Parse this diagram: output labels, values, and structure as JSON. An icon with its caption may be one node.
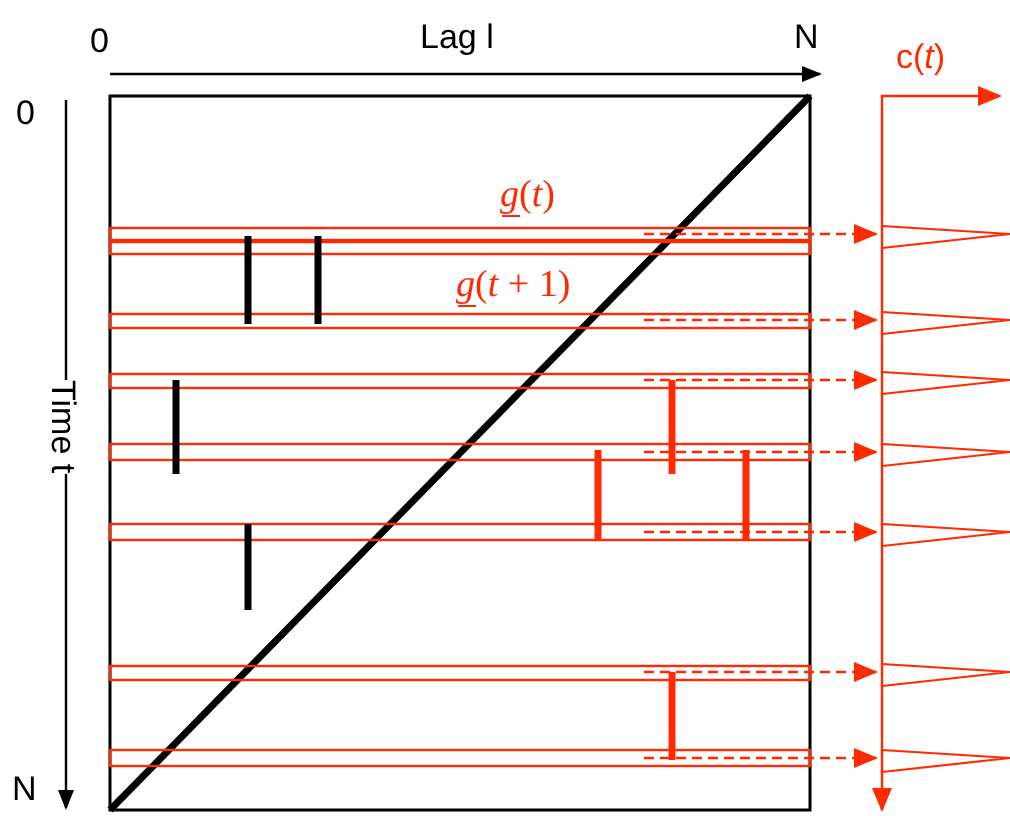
{
  "diagram": {
    "labels": [
      "0",
      "Lag l",
      "N",
      "0",
      "Time t",
      "N",
      "c(*t*)",
      "*g*(*t*)",
      "*g*(*t* + 1)"
    ]
  }
}
